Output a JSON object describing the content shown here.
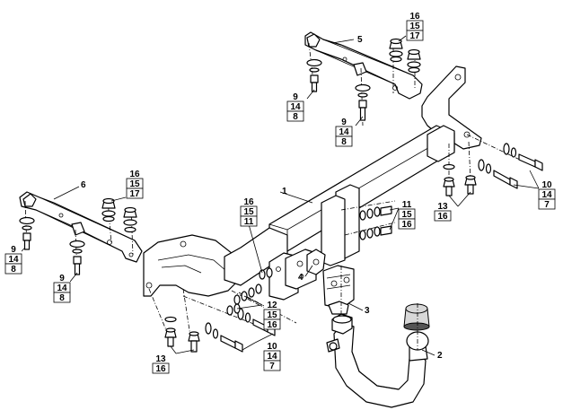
{
  "diagram": {
    "part_labels": [
      {
        "id": "frame",
        "number": "1"
      },
      {
        "id": "ball",
        "number": "2"
      },
      {
        "id": "socket-plate",
        "number": "3"
      },
      {
        "id": "socket-bracket",
        "number": "4"
      },
      {
        "id": "right-bracket",
        "number": "5"
      },
      {
        "id": "left-bracket",
        "number": "6"
      }
    ],
    "callouts": [
      {
        "id": "nut-stack-top",
        "numbers": [
          "16",
          "15",
          "17"
        ]
      },
      {
        "id": "nut-stack-left",
        "numbers": [
          "16",
          "15",
          "17"
        ]
      },
      {
        "id": "bolt-top-a",
        "numbers": [
          "9",
          "14",
          "8"
        ]
      },
      {
        "id": "bolt-top-b",
        "numbers": [
          "9",
          "14",
          "8"
        ]
      },
      {
        "id": "bolt-left-a",
        "numbers": [
          "9",
          "14",
          "8"
        ]
      },
      {
        "id": "bolt-left-b",
        "numbers": [
          "9",
          "14",
          "8"
        ]
      },
      {
        "id": "side-bolt-right",
        "numbers": [
          "10",
          "14",
          "7"
        ]
      },
      {
        "id": "side-bolt-left",
        "numbers": [
          "10",
          "14",
          "7"
        ]
      },
      {
        "id": "nut-right",
        "numbers": [
          "13",
          "16"
        ]
      },
      {
        "id": "nut-left",
        "numbers": [
          "13",
          "16"
        ]
      },
      {
        "id": "bolt-set-frame",
        "numbers": [
          "11",
          "15",
          "16"
        ]
      },
      {
        "id": "bolt-set-socket",
        "numbers": [
          "12",
          "15",
          "16"
        ]
      },
      {
        "id": "bolt-set-upper",
        "numbers": [
          "16",
          "15",
          "11"
        ]
      }
    ]
  }
}
